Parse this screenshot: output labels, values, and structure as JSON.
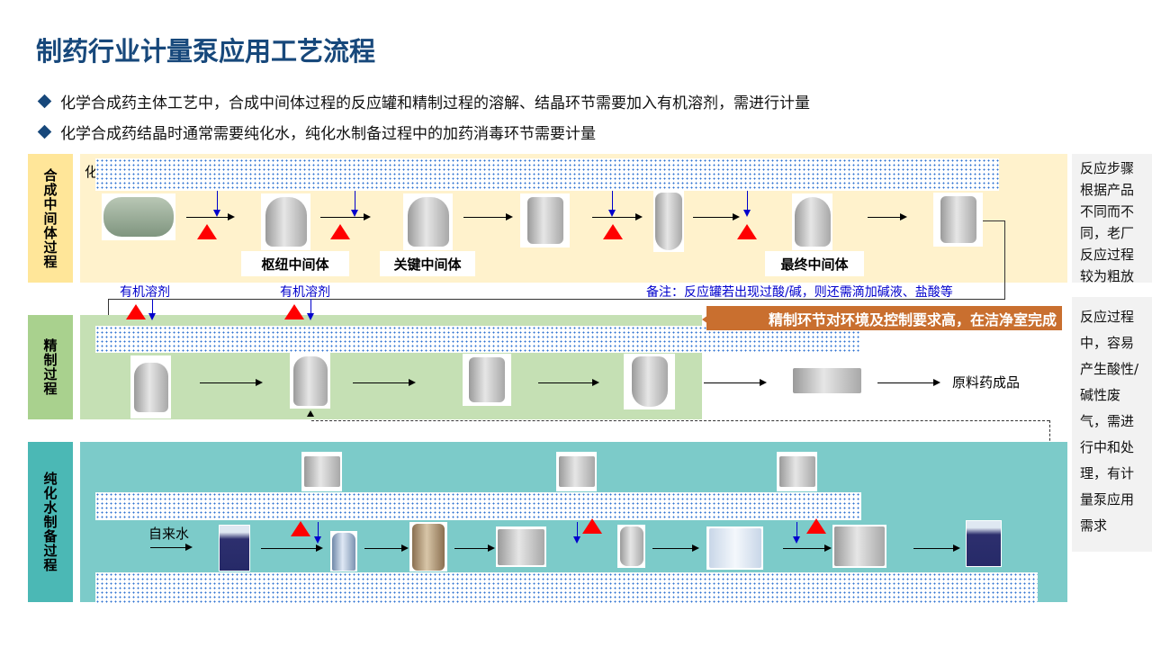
{
  "title": "制药行业计量泵应用工艺流程",
  "bullets": [
    "化学合成药主体工艺中，合成中间体过程的反应罐和精制过程的溶解、结晶环节需要加入有机溶剂，需进行计量",
    "化学合成药结晶时通常需要纯化水，纯化水制备过程中的加药消毒环节需要计量"
  ],
  "sections": {
    "synthesis": {
      "label": "合成中间体过程",
      "partial_text": "化",
      "labels": [
        "枢纽中间体",
        "关键中间体",
        "最终中间体"
      ],
      "note": "反应步骤根据产品不同而不同，老厂反应过程较为粗放",
      "remark": "备注：反应罐若出现过酸/碱，则还需滴加碱液、盐酸等"
    },
    "refining": {
      "label": "精制过程",
      "solvent_labels": [
        "有机溶剂",
        "有机溶剂"
      ],
      "product": "原料药成品",
      "callout": "精制环节对环境及控制要求高，在洁净室完成",
      "note": "反应过程中，容易产生酸性/碱性废气，需进行中和处理，有计量泵应用需求"
    },
    "water": {
      "label": "纯化水制备过程",
      "input": "自来水"
    }
  },
  "colors": {
    "title": "#17487b",
    "synthesis_label": "#ffe699",
    "synthesis_band": "#fff2cc",
    "refining_label": "#a9d18e",
    "refining_band": "#c5e0b4",
    "water_label": "#4bb8b5",
    "water_band": "#7ccbc9",
    "callout": "#c96f2f",
    "pump_marker": "#ff0000",
    "dosing_arrow": "#0000cc"
  },
  "icons": {
    "pump_marker": "red-triangle",
    "equipment": "equipment-photo"
  }
}
